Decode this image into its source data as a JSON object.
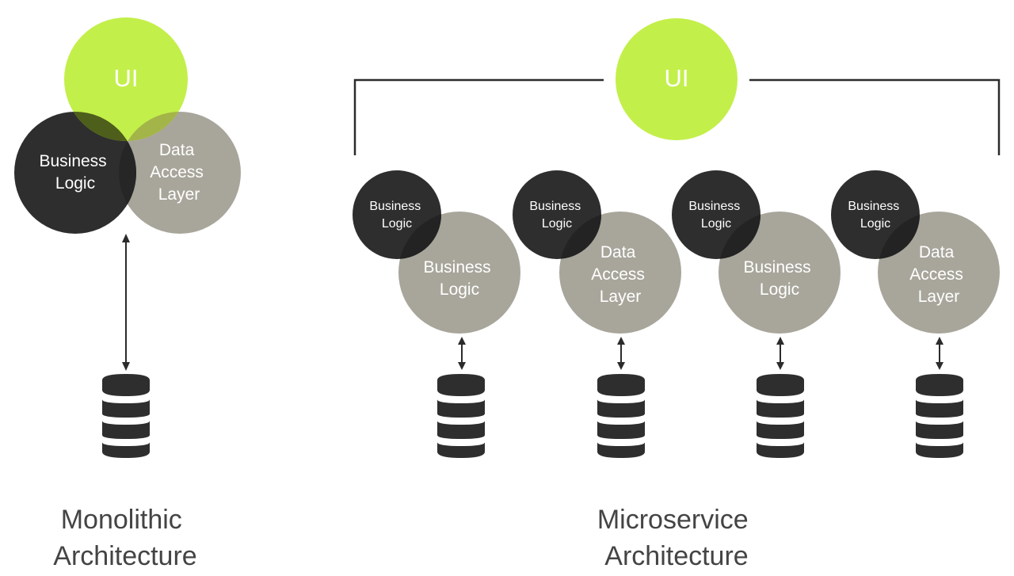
{
  "colors": {
    "ui": "#c3ef4a",
    "business_logic_dark": "#2e2e2e",
    "service_gray": "#a8a69b",
    "text_on_circle": "#ffffff",
    "caption": "#444444"
  },
  "monolithic": {
    "ui_label": "UI",
    "business_logic_label": [
      "Business",
      "Logic"
    ],
    "data_access_label": [
      "Data",
      "Access",
      "Layer"
    ],
    "database_icon": "database-icon",
    "caption": [
      "Monolithic",
      "Architecture"
    ]
  },
  "microservice": {
    "ui_label": "UI",
    "services": [
      {
        "small_label": [
          "Business",
          "Logic"
        ],
        "big_label": [
          "Business",
          "Logic"
        ],
        "database_icon": "database-icon"
      },
      {
        "small_label": [
          "Business",
          "Logic"
        ],
        "big_label": [
          "Data",
          "Access",
          "Layer"
        ],
        "database_icon": "database-icon"
      },
      {
        "small_label": [
          "Business",
          "Logic"
        ],
        "big_label": [
          "Business",
          "Logic"
        ],
        "database_icon": "database-icon"
      },
      {
        "small_label": [
          "Business",
          "Logic"
        ],
        "big_label": [
          "Data",
          "Access",
          "Layer"
        ],
        "database_icon": "database-icon"
      }
    ],
    "caption": [
      "Microservice",
      "Architecture"
    ]
  }
}
